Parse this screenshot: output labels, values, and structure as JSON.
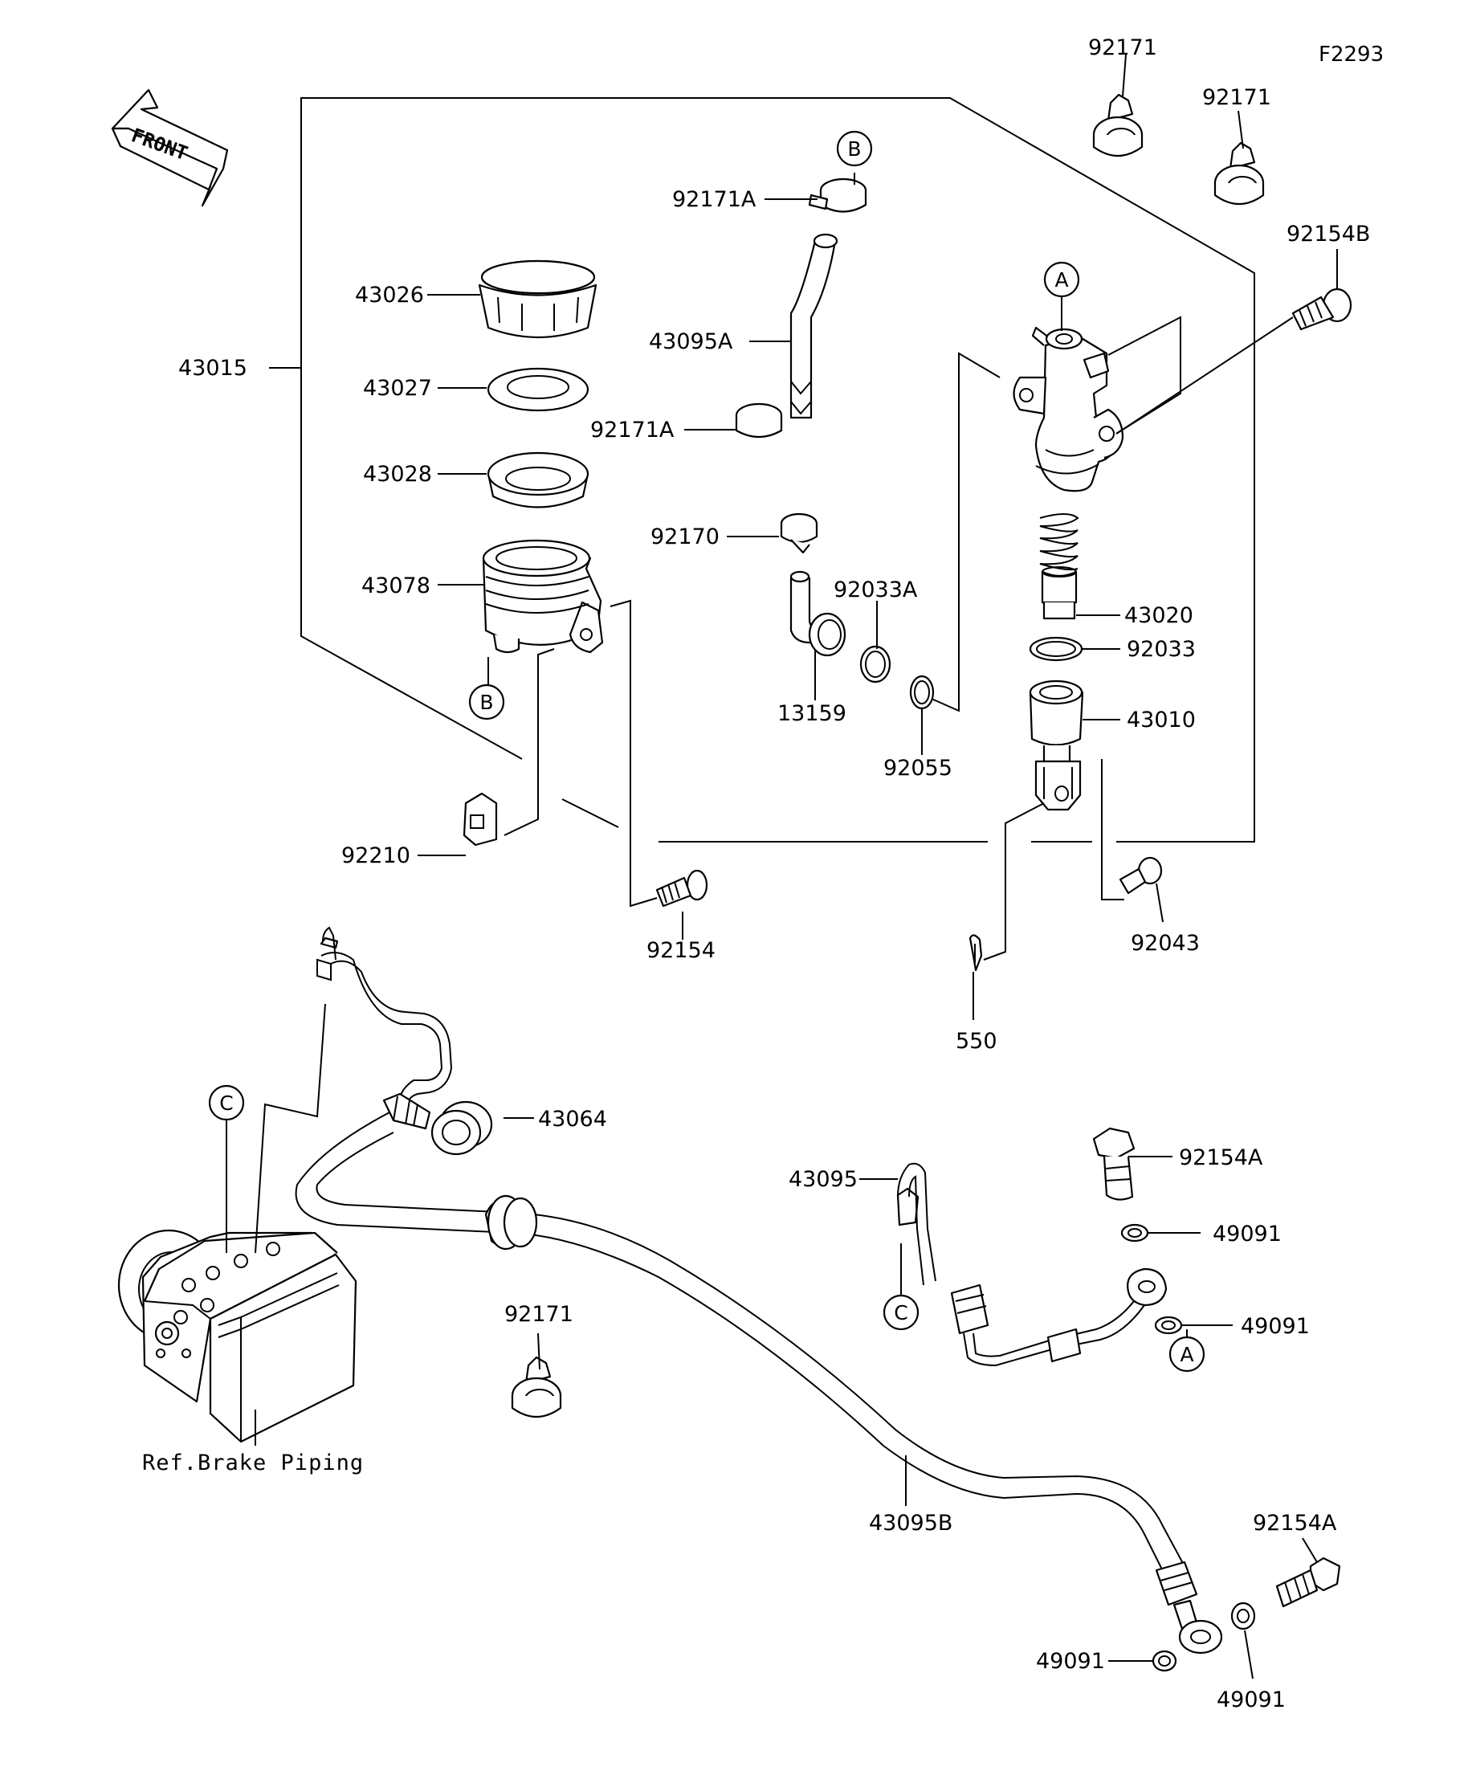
{
  "figure_code": "F2293",
  "front_arrow_text": "FRONT",
  "parts": [
    {
      "id": "p43015",
      "label": "43015"
    },
    {
      "id": "p43026",
      "label": "43026"
    },
    {
      "id": "p43027",
      "label": "43027"
    },
    {
      "id": "p43028",
      "label": "43028"
    },
    {
      "id": "p43078",
      "label": "43078"
    },
    {
      "id": "p92210",
      "label": "92210"
    },
    {
      "id": "p92154",
      "label": "92154"
    },
    {
      "id": "p92171A_top",
      "label": "92171A"
    },
    {
      "id": "p43095A",
      "label": "43095A"
    },
    {
      "id": "p92171A_mid",
      "label": "92171A"
    },
    {
      "id": "p92170",
      "label": "92170"
    },
    {
      "id": "p92033A",
      "label": "92033A"
    },
    {
      "id": "p13159",
      "label": "13159"
    },
    {
      "id": "p92055",
      "label": "92055"
    },
    {
      "id": "p92171_a",
      "label": "92171"
    },
    {
      "id": "p92171_b",
      "label": "92171"
    },
    {
      "id": "p92154B",
      "label": "92154B"
    },
    {
      "id": "p43020",
      "label": "43020"
    },
    {
      "id": "p92033",
      "label": "92033"
    },
    {
      "id": "p43010",
      "label": "43010"
    },
    {
      "id": "p92043",
      "label": "92043"
    },
    {
      "id": "p550",
      "label": "550"
    },
    {
      "id": "p43064",
      "label": "43064"
    },
    {
      "id": "p92154A_top",
      "label": "92154A"
    },
    {
      "id": "p43095",
      "label": "43095"
    },
    {
      "id": "p49091_a",
      "label": "49091"
    },
    {
      "id": "p49091_b",
      "label": "49091"
    },
    {
      "id": "p92171_c",
      "label": "92171"
    },
    {
      "id": "p43095B",
      "label": "43095B"
    },
    {
      "id": "p92154A_bot",
      "label": "92154A"
    },
    {
      "id": "p49091_c",
      "label": "49091"
    },
    {
      "id": "p49091_d",
      "label": "49091"
    }
  ],
  "connectors": {
    "A": "A",
    "B": "B",
    "C": "C"
  },
  "reference_note": "Ref.Brake Piping"
}
